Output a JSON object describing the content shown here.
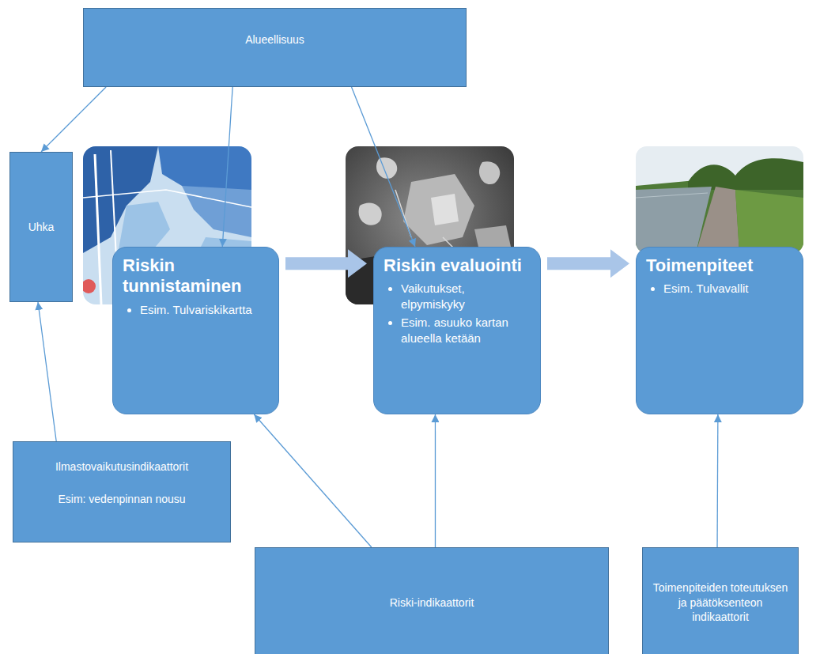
{
  "diagram": {
    "nodes": [
      {
        "text": [
          "Alueellisuus"
        ]
      },
      {
        "text": [
          "Uhka"
        ]
      },
      {
        "text": [
          "Riskin tunnistaminen",
          "Esim. Tulvariskikartta"
        ]
      },
      {
        "text": [
          "Riskin evaluointi",
          "Vaikutukset, elpymiskyky",
          "Esim. asuuko kartan alueella ketään"
        ]
      },
      {
        "text": [
          "Toimenpiteet",
          "Esim. Tulvavallit"
        ]
      },
      {
        "text": [
          "Ilmastovaikutusindikaattorit",
          "Esim: vedenpinnan nousu"
        ]
      },
      {
        "text": [
          "Riski-indikaattorit"
        ]
      },
      {
        "text": [
          "Toimenpiteiden toteutuksen ja päätöksenteon indikaattorit"
        ]
      }
    ],
    "edges": [
      {
        "from": 0,
        "to": 1,
        "arrow": "to"
      },
      {
        "from": 0,
        "to": 2,
        "arrow": "to"
      },
      {
        "from": 0,
        "to": 3,
        "arrow": "to"
      },
      {
        "from": 5,
        "to": 1,
        "arrow": "to"
      },
      {
        "from": 6,
        "to": 2,
        "arrow": "to"
      },
      {
        "from": 6,
        "to": 3,
        "arrow": "to"
      },
      {
        "from": 7,
        "to": 4,
        "arrow": "to"
      },
      {
        "from": 2,
        "to": 3,
        "arrow": "to"
      },
      {
        "from": 3,
        "to": 4,
        "arrow": "to"
      }
    ]
  }
}
